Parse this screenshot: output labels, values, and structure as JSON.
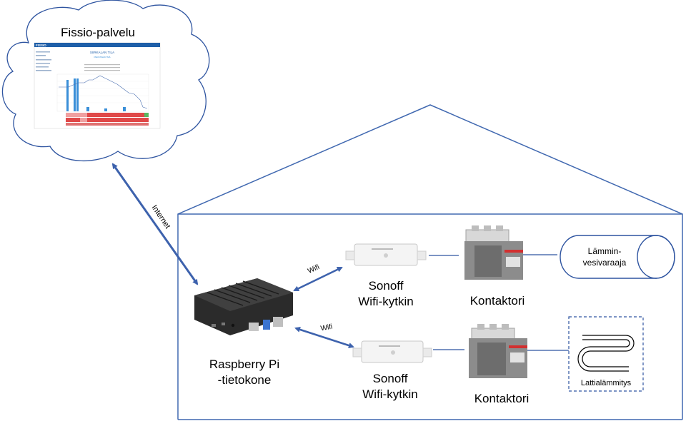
{
  "cloud": {
    "title": "Fissio-palvelu",
    "screenshot": {
      "brand": "FISSIO",
      "heading": "SIIRKALAN TILA",
      "subheading": "PERUSNÄKYMÄ"
    }
  },
  "links": {
    "internet": "Internet",
    "wifi_top": "Wifi",
    "wifi_bottom": "Wifi"
  },
  "devices": {
    "raspberry": {
      "line1": "Raspberry Pi",
      "line2": "-tietokone"
    },
    "sonoff_top": {
      "line1": "Sonoff",
      "line2": "Wifi-kytkin"
    },
    "sonoff_bottom": {
      "line1": "Sonoff",
      "line2": "Wifi-kytkin"
    },
    "contactor_top": "Kontaktori",
    "contactor_bottom": "Kontaktori",
    "water_heater": {
      "line1": "Lämmin-",
      "line2": "vesivaraaja"
    },
    "floor_heating": "Lattialämmitys"
  },
  "colors": {
    "line_blue": "#2e54a0",
    "arrow_blue": "#3d62ad",
    "house_line": "#4068b0",
    "screen_blue": "#3a8fd8",
    "screen_red": "#e04848",
    "screen_green": "#58b860"
  }
}
